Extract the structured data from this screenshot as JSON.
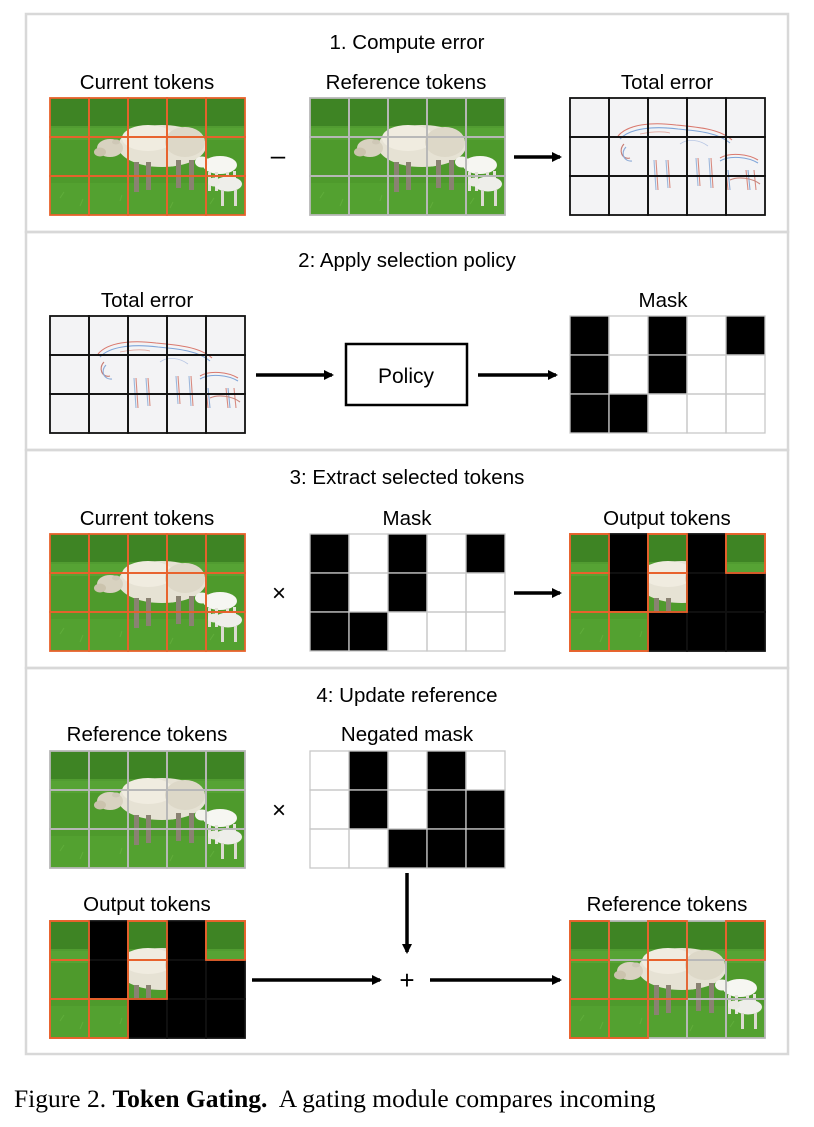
{
  "panels": [
    {
      "title": "1. Compute error",
      "labels": {
        "current": "Current tokens",
        "reference": "Reference tokens",
        "total_error": "Total error"
      },
      "operator": "–"
    },
    {
      "title": "2: Apply selection policy",
      "labels": {
        "total_error": "Total error",
        "policy": "Policy",
        "mask": "Mask"
      }
    },
    {
      "title": "3: Extract selected tokens",
      "labels": {
        "current": "Current tokens",
        "mask": "Mask",
        "output": "Output tokens"
      },
      "operator": "×"
    },
    {
      "title": "4: Update reference",
      "labels": {
        "reference": "Reference tokens",
        "negated_mask": "Negated mask",
        "output": "Output tokens",
        "reference_new": "Reference tokens"
      },
      "operators": {
        "multiply": "×",
        "add": "+"
      }
    }
  ],
  "mask_grid": [
    [
      1,
      0,
      1,
      0,
      1
    ],
    [
      1,
      0,
      1,
      0,
      0
    ],
    [
      1,
      1,
      0,
      0,
      0
    ]
  ],
  "caption": {
    "prefix": "Figure 2.",
    "bold": "Token Gating.",
    "text": "A gating module compares incoming"
  },
  "colors": {
    "token_border_selected": "#e8622c",
    "token_border_reference": "#b8b8b8",
    "grass": "#4f9a2f",
    "panel_border": "#d8d8d8"
  }
}
